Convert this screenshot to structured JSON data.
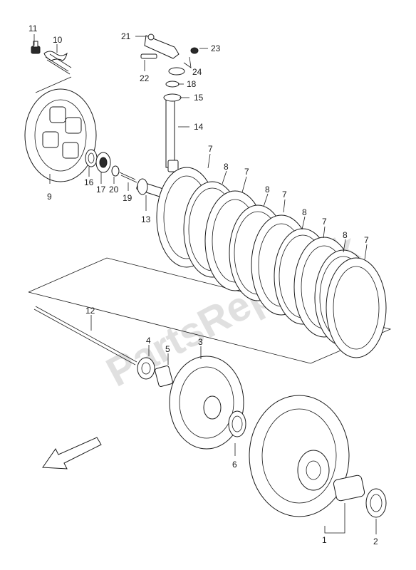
{
  "watermark_text": "PartsRepublik",
  "callouts": [
    {
      "id": "1",
      "label": "1"
    },
    {
      "id": "2",
      "label": "2"
    },
    {
      "id": "3",
      "label": "3"
    },
    {
      "id": "4",
      "label": "4"
    },
    {
      "id": "5",
      "label": "5"
    },
    {
      "id": "6",
      "label": "6"
    },
    {
      "id": "7a",
      "label": "7"
    },
    {
      "id": "7b",
      "label": "7"
    },
    {
      "id": "7c",
      "label": "7"
    },
    {
      "id": "7d",
      "label": "7"
    },
    {
      "id": "7e",
      "label": "7"
    },
    {
      "id": "8a",
      "label": "8"
    },
    {
      "id": "8b",
      "label": "8"
    },
    {
      "id": "8c",
      "label": "8"
    },
    {
      "id": "8d",
      "label": "8"
    },
    {
      "id": "9",
      "label": "9"
    },
    {
      "id": "10",
      "label": "10"
    },
    {
      "id": "11",
      "label": "11"
    },
    {
      "id": "12",
      "label": "12"
    },
    {
      "id": "13",
      "label": "13"
    },
    {
      "id": "14",
      "label": "14"
    },
    {
      "id": "15",
      "label": "15"
    },
    {
      "id": "16",
      "label": "16"
    },
    {
      "id": "17",
      "label": "17"
    },
    {
      "id": "18",
      "label": "18"
    },
    {
      "id": "19",
      "label": "19"
    },
    {
      "id": "20",
      "label": "20"
    },
    {
      "id": "21",
      "label": "21"
    },
    {
      "id": "22",
      "label": "22"
    },
    {
      "id": "23",
      "label": "23"
    },
    {
      "id": "24",
      "label": "24"
    }
  ],
  "icons": {
    "direction_arrow": "front-direction-arrow-icon"
  }
}
